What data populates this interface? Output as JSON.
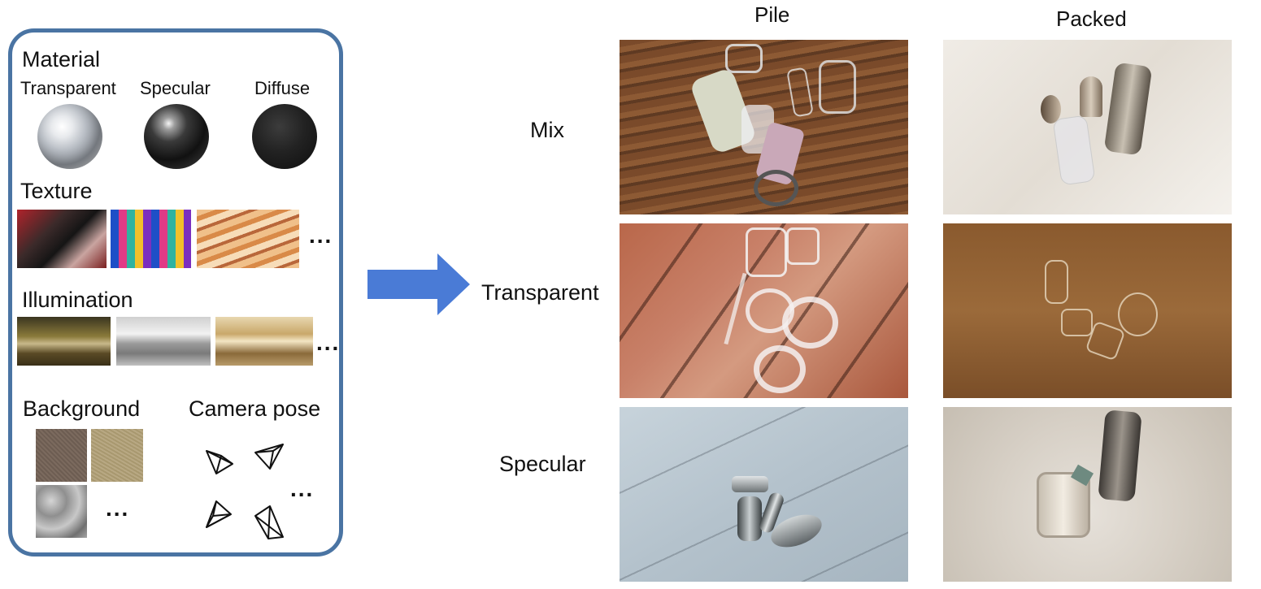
{
  "left_panel": {
    "material": {
      "title": "Material",
      "items": [
        {
          "label": "Transparent",
          "icon": "transparent-sphere"
        },
        {
          "label": "Specular",
          "icon": "specular-sphere"
        },
        {
          "label": "Diffuse",
          "icon": "diffuse-sphere"
        }
      ]
    },
    "texture": {
      "title": "Texture",
      "more": "..."
    },
    "illumination": {
      "title": "Illumination",
      "more": "..."
    },
    "background": {
      "title": "Background",
      "more": "..."
    },
    "camera": {
      "title": "Camera pose",
      "more": "..."
    }
  },
  "arrow": {
    "color": "#4a7bd6"
  },
  "grid": {
    "columns": [
      "Pile",
      "Packed"
    ],
    "rows": [
      "Mix",
      "Transparent",
      "Specular"
    ]
  },
  "colors": {
    "panel_border": "#4a74a3"
  }
}
